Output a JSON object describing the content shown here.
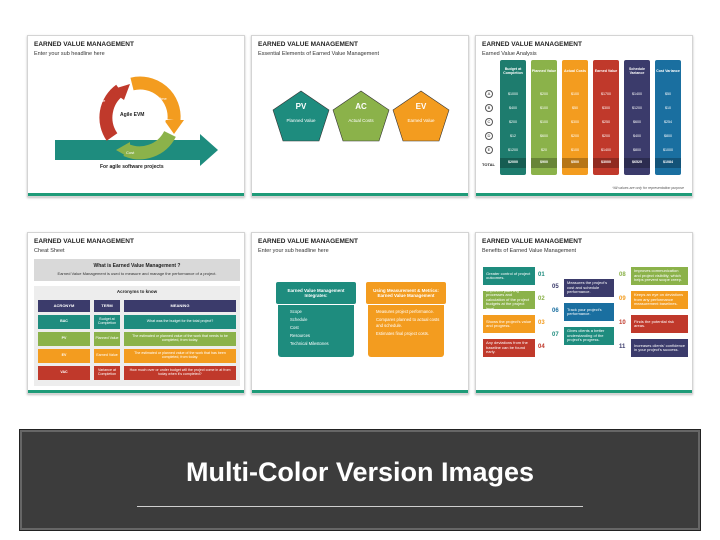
{
  "banner": {
    "title": "Multi-Color Version Images"
  },
  "slide1": {
    "title": "EARNED VALUE MANAGEMENT",
    "sub": "Enter your sub headline here",
    "center_label": "Agile EVM",
    "scope": "Scope",
    "time": "Time",
    "cost": "Cost",
    "caption": "For agile software projects"
  },
  "slide2": {
    "title": "EARNED VALUE MANAGEMENT",
    "sub": "Essential Elements of Earned Value Management",
    "items": [
      {
        "abbr": "PV",
        "label": "Planned Value",
        "color": "#1e8c7e"
      },
      {
        "abbr": "AC",
        "label": "Actual Costs",
        "color": "#8bb24a"
      },
      {
        "abbr": "EV",
        "label": "Earned Value",
        "color": "#f39c1f"
      }
    ]
  },
  "slide3": {
    "title": "EARNED VALUE MANAGEMENT",
    "sub": "Earned Value Analysis",
    "headers": [
      "Budget at Completion",
      "Planned Value",
      "Actual Costs",
      "Earned Value",
      "Schedule Variance",
      "Cost Variance"
    ],
    "rows": [
      "A",
      "B",
      "C",
      "D",
      "E"
    ],
    "total_label": "TOTAL",
    "cols": [
      [
        "$1000",
        "$400",
        "$200",
        "$12",
        "$1200",
        "$2000"
      ],
      [
        "$200",
        "$100",
        "$100",
        "$600",
        "$20",
        "$900"
      ],
      [
        "$100",
        "$50",
        "$300",
        "$200",
        "$100",
        "$500"
      ],
      [
        "$1700",
        "$300",
        "$250",
        "$200",
        "$1400",
        "$3000"
      ],
      [
        "$1400",
        "$1200",
        "$600",
        "$400",
        "$800",
        "$6525"
      ],
      [
        "$50",
        "$10",
        "$254",
        "$800",
        "$1000",
        "$1084"
      ]
    ],
    "colors": [
      "#1e7c6e",
      "#8bb24a",
      "#f39c1f",
      "#c0392b",
      "#3b3b6b",
      "#1a6fa0"
    ],
    "note": "*All values are only for representation purpose"
  },
  "slide4": {
    "title": "EARNED VALUE MANAGEMENT",
    "sub": "Cheat Sheet",
    "q": "What is Earned Value Management ?",
    "q_desc": "Earned Value Management is used to measure and manage the performance of a project.",
    "acr_head": "Acronyms to know",
    "cols": [
      "ACRONYM",
      "TERM",
      "MEANING"
    ],
    "rows": [
      {
        "a": "BAC",
        "t": "Budget at Completion",
        "m": "What was the budget for the total project?",
        "color": "#1e8c7e"
      },
      {
        "a": "PV",
        "t": "Planned Value",
        "m": "The estimated or planned value of the work that needs to be completed, from today.",
        "color": "#8bb24a"
      },
      {
        "a": "EV",
        "t": "Earned Value",
        "m": "The estimated or planned value of the work that has been completed, from today.",
        "color": "#f39c1f"
      },
      {
        "a": "VAC",
        "t": "Variance at Completion",
        "m": "How much over or under budget will the project come in at from today when it's completed?",
        "color": "#c0392b"
      }
    ]
  },
  "slide5": {
    "title": "EARNED VALUE MANAGEMENT",
    "sub": "Enter your sub headline here",
    "left_head": "Earned Value Management Integrates:",
    "left_items": [
      "Scope",
      "Schedule",
      "Cost",
      "Resources",
      "Technical Milestones"
    ],
    "right_head": "Using Measurement & Metrics: Earned Value Management",
    "right_items": [
      "Measures project performance.",
      "Compares planned to actual costs and schedule.",
      "Estimates final project costs."
    ]
  },
  "slide6": {
    "title": "EARNED VALUE MANAGEMENT",
    "sub": "Benefits of Earned Value Management",
    "left": [
      {
        "n": "01",
        "t": "Greater control of project outcomes.",
        "color": "#1e8c7e"
      },
      {
        "n": "02",
        "t": "Improved planning processes and calculation of the project budgets at the project level.",
        "color": "#8bb24a"
      },
      {
        "n": "03",
        "t": "Shows the project's value and progress.",
        "color": "#f39c1f"
      },
      {
        "n": "04",
        "t": "Any deviations from the baseline can be found early.",
        "color": "#c0392b"
      }
    ],
    "mid": [
      {
        "n": "05",
        "t": "Measures the project's cost and schedule performance.",
        "color": "#3b3b6b"
      },
      {
        "n": "06",
        "t": "Track your project's performance.",
        "color": "#1a6fa0"
      },
      {
        "n": "07",
        "t": "Gives clients a better understanding of the project's progress.",
        "color": "#1e8c7e"
      }
    ],
    "right": [
      {
        "n": "08",
        "t": "Improves communication and project visibility, which helps prevent scope creep.",
        "color": "#8bb24a"
      },
      {
        "n": "09",
        "t": "Keeps an eye on deviations from any performance measurement baselines.",
        "color": "#f39c1f"
      },
      {
        "n": "10",
        "t": "Finds the potential risk areas.",
        "color": "#c0392b"
      },
      {
        "n": "11",
        "t": "Increases clients' confidence in your project's success.",
        "color": "#3b3b6b"
      }
    ]
  }
}
